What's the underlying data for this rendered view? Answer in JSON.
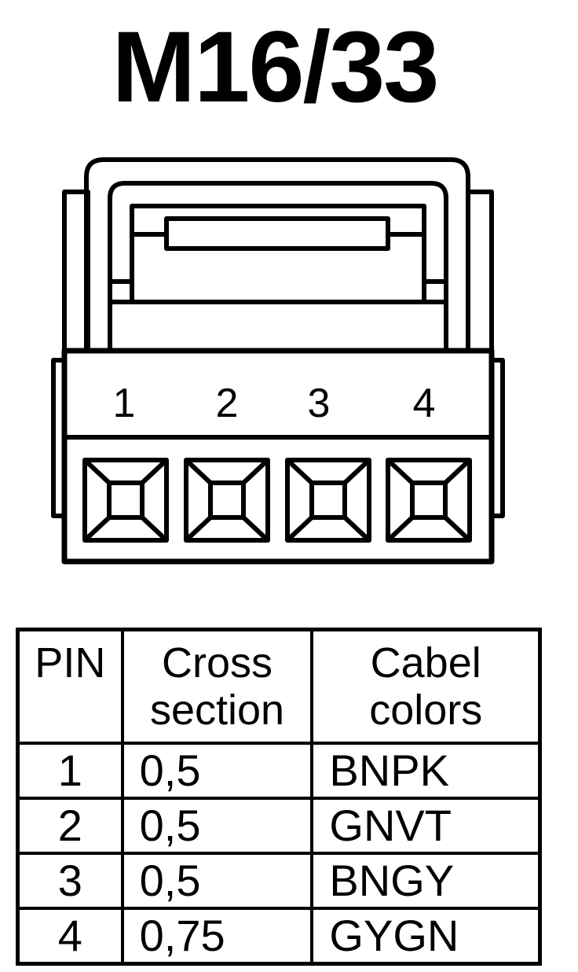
{
  "title": "M16/33",
  "connector": {
    "pin_numbers": [
      "1",
      "2",
      "3",
      "4"
    ]
  },
  "table": {
    "headers": {
      "pin": "PIN",
      "cross_line1": "Cross",
      "cross_line2": "section",
      "color_line1": "Cabel",
      "color_line2": "colors"
    },
    "rows": [
      {
        "pin": "1",
        "cross": "0,5",
        "color": "BNPK"
      },
      {
        "pin": "2",
        "cross": "0,5",
        "color": "GNVT"
      },
      {
        "pin": "3",
        "cross": "0,5",
        "color": "BNGY"
      },
      {
        "pin": "4",
        "cross": "0,75",
        "color": "GYGN"
      }
    ]
  }
}
